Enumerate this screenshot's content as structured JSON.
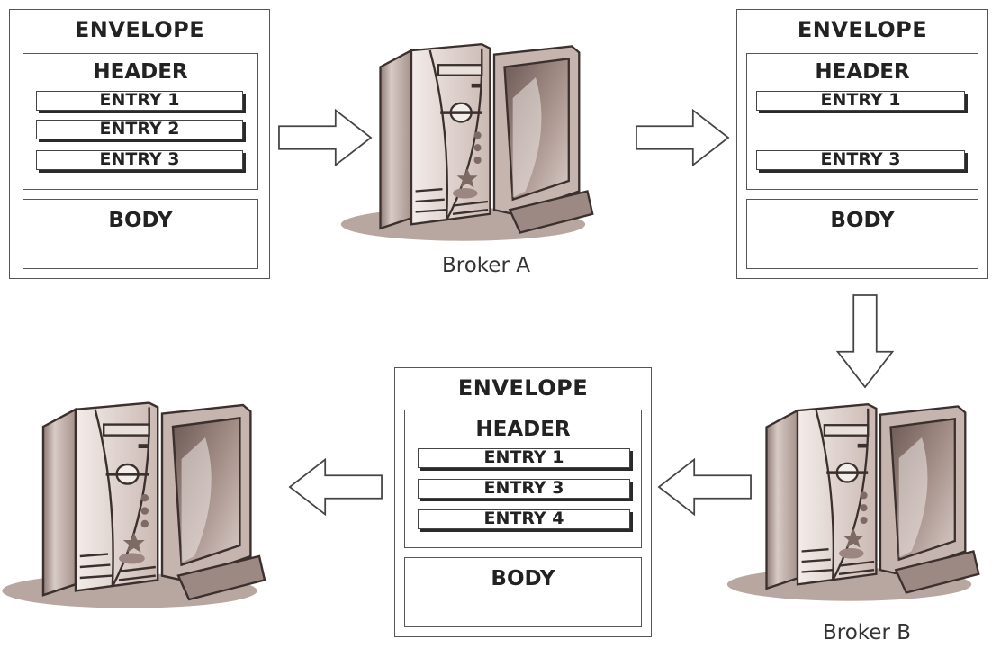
{
  "envelope_1": {
    "title": "ENVELOPE",
    "header": "HEADER",
    "entries": [
      "ENTRY 1",
      "ENTRY 2",
      "ENTRY 3"
    ],
    "body": "BODY"
  },
  "envelope_2": {
    "title": "ENVELOPE",
    "header": "HEADER",
    "entries": [
      "ENTRY 1",
      "ENTRY 3"
    ],
    "body": "BODY"
  },
  "envelope_3": {
    "title": "ENVELOPE",
    "header": "HEADER",
    "entries": [
      "ENTRY 1",
      "ENTRY 3",
      "ENTRY 4"
    ],
    "body": "BODY"
  },
  "brokers": {
    "a_label": "Broker A",
    "b_label": "Broker B"
  },
  "icons": {
    "computer": "computer-icon",
    "arrow": "hollow-arrow-icon"
  },
  "colors": {
    "outline": "#555555",
    "computer_body": "#cdbcb6",
    "computer_shadow": "#8f7b75",
    "computer_dark": "#6e5d58"
  }
}
